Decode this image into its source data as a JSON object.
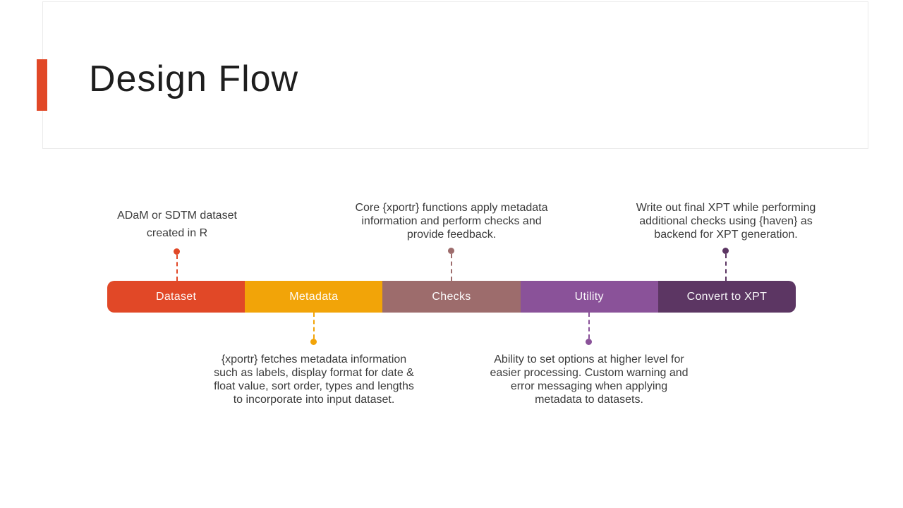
{
  "slide": {
    "title": "Design Flow"
  },
  "theme": {
    "accent_color": "#E14827",
    "card_border_color": "#EBEBEB",
    "body_text_color": "#3B3B3B"
  },
  "flow": {
    "stages": [
      {
        "label": "Dataset",
        "color": "#E14827",
        "annotation_position": "top",
        "annotation": "ADaM or SDTM dataset\ncreated in R"
      },
      {
        "label": "Metadata",
        "color": "#F2A408",
        "annotation_position": "bottom",
        "annotation": "{xportr} fetches metadata information\nsuch as labels, display format for date &\nfloat value, sort order, types and lengths\nto incorporate into input dataset."
      },
      {
        "label": "Checks",
        "color": "#9D6C6C",
        "annotation_position": "top",
        "annotation": "Core {xportr} functions apply metadata\ninformation and perform checks and\nprovide feedback."
      },
      {
        "label": "Utility",
        "color": "#8A5299",
        "annotation_position": "bottom",
        "annotation": "Ability to set options at higher level for\neasier processing. Custom warning and\nerror messaging when applying\nmetadata to datasets."
      },
      {
        "label": "Convert to XPT",
        "color": "#5C3663",
        "annotation_position": "top",
        "annotation": "Write out final XPT while performing\nadditional checks using {haven} as\nbackend for XPT generation."
      }
    ]
  }
}
